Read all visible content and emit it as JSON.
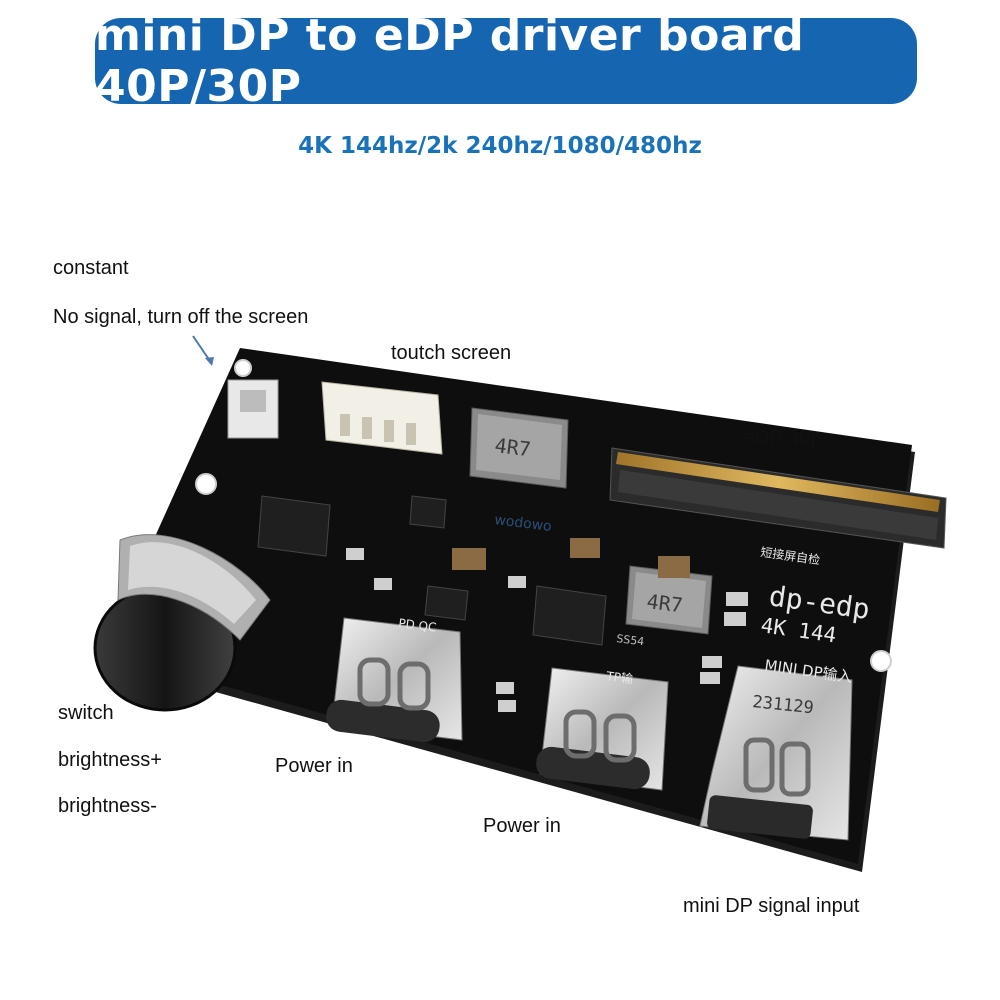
{
  "title": "mini DP to eDP driver board 40P/30P",
  "subtitle": "4K 144hz/2k 240hz/1080/480hz",
  "labels": {
    "constant": "constant",
    "no_signal": "No signal, turn off the screen",
    "touch": "toutch screen",
    "edp": "eDP 40p",
    "switch": "switch",
    "bright_plus": "brightness+",
    "bright_minus": "brightness-",
    "power_in_1": "Power in",
    "power_in_2": "Power in",
    "mini_dp_input": "mini DP signal input"
  },
  "board_print": {
    "model": "dp-edp",
    "spec": "4K 144",
    "mini_dp": "MINI DP输入",
    "self_test": "短接屏自检",
    "pd_qc": "PD QC",
    "tp": "TP输",
    "inductor_1": "4R7",
    "inductor_2": "4R7",
    "date_code": "231129",
    "diode": "SS54",
    "watermark": "wodowo"
  },
  "colors": {
    "banner": "#1565b0",
    "subtitle": "#1a73b8",
    "pcb": "#0e0e0e",
    "connector": "#b8860b"
  }
}
